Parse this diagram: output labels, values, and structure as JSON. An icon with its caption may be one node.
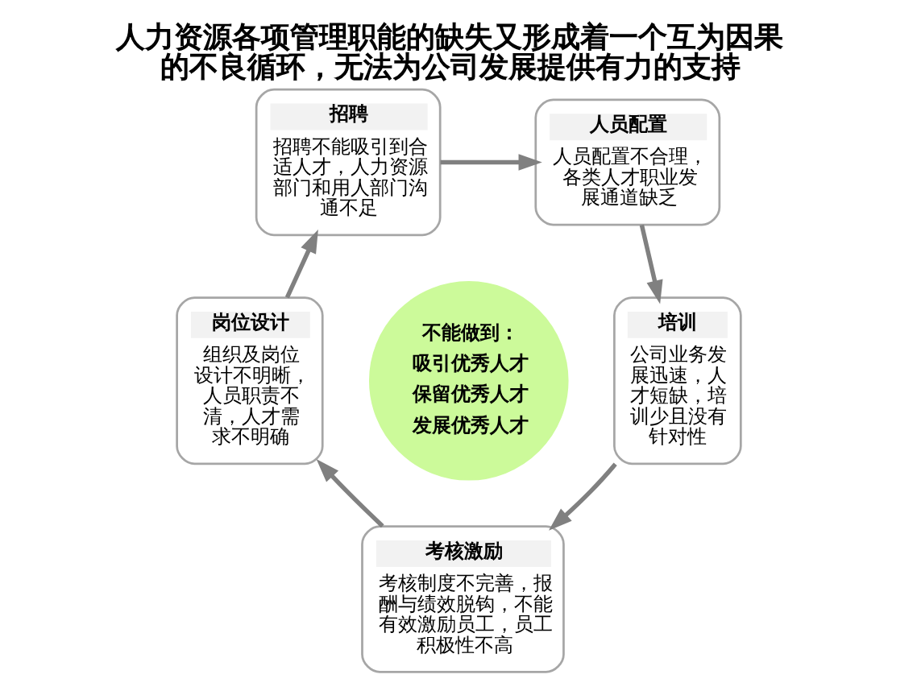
{
  "diagram": {
    "title": "人力资源各项管理职能的缺失又形成着一个互为因果的不良循环，无法为公司发展提供有力的支持",
    "nodes": [
      {
        "text": [
          "招聘",
          "招聘不能吸引到合适人才，人力资源部门和用人部门沟通不足"
        ]
      },
      {
        "text": [
          "人员配置",
          "人员配置不合理，各类人才职业发展通道缺乏"
        ]
      },
      {
        "text": [
          "岗位设计",
          "组织及岗位设计不明晰，人员职责不清，人才需求不明确"
        ]
      },
      {
        "text": [
          "不能做到：",
          "吸引优秀人才",
          "保留优秀人才",
          "发展优秀人才"
        ]
      },
      {
        "text": [
          "培训",
          "公司业务发展迅速，人才短缺，培训少且没有针对性"
        ]
      },
      {
        "text": [
          "考核激励",
          "考核制度不完善，报酬与绩效脱钩，不能有效激励员工，员工积极性不高"
        ]
      }
    ],
    "edges": [
      {
        "from": 0,
        "to": 1,
        "arrow": "to"
      },
      {
        "from": 1,
        "to": 4,
        "arrow": "to"
      },
      {
        "from": 4,
        "to": 5,
        "arrow": "to"
      },
      {
        "from": 5,
        "to": 2,
        "arrow": "to"
      },
      {
        "from": 2,
        "to": 0,
        "arrow": "to"
      }
    ]
  }
}
